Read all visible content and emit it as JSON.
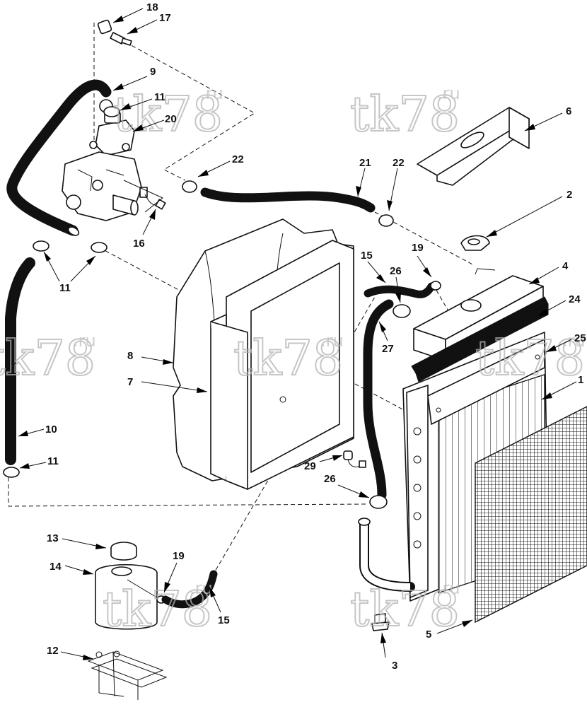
{
  "watermark": {
    "text": "tk78",
    "suffix": ".ru"
  },
  "callouts": [
    {
      "label": "18"
    },
    {
      "label": "17"
    },
    {
      "label": "9"
    },
    {
      "label": "11"
    },
    {
      "label": "20"
    },
    {
      "label": "6"
    },
    {
      "label": "22"
    },
    {
      "label": "21"
    },
    {
      "label": "22"
    },
    {
      "label": "16"
    },
    {
      "label": "2"
    },
    {
      "label": "11"
    },
    {
      "label": "15"
    },
    {
      "label": "19"
    },
    {
      "label": "26"
    },
    {
      "label": "4"
    },
    {
      "label": "24"
    },
    {
      "label": "27"
    },
    {
      "label": "25"
    },
    {
      "label": "8"
    },
    {
      "label": "7"
    },
    {
      "label": "1"
    },
    {
      "label": "10"
    },
    {
      "label": "11"
    },
    {
      "label": "29"
    },
    {
      "label": "26"
    },
    {
      "label": "13"
    },
    {
      "label": "14"
    },
    {
      "label": "19"
    },
    {
      "label": "15"
    },
    {
      "label": "12"
    },
    {
      "label": "5"
    },
    {
      "label": "3"
    }
  ]
}
